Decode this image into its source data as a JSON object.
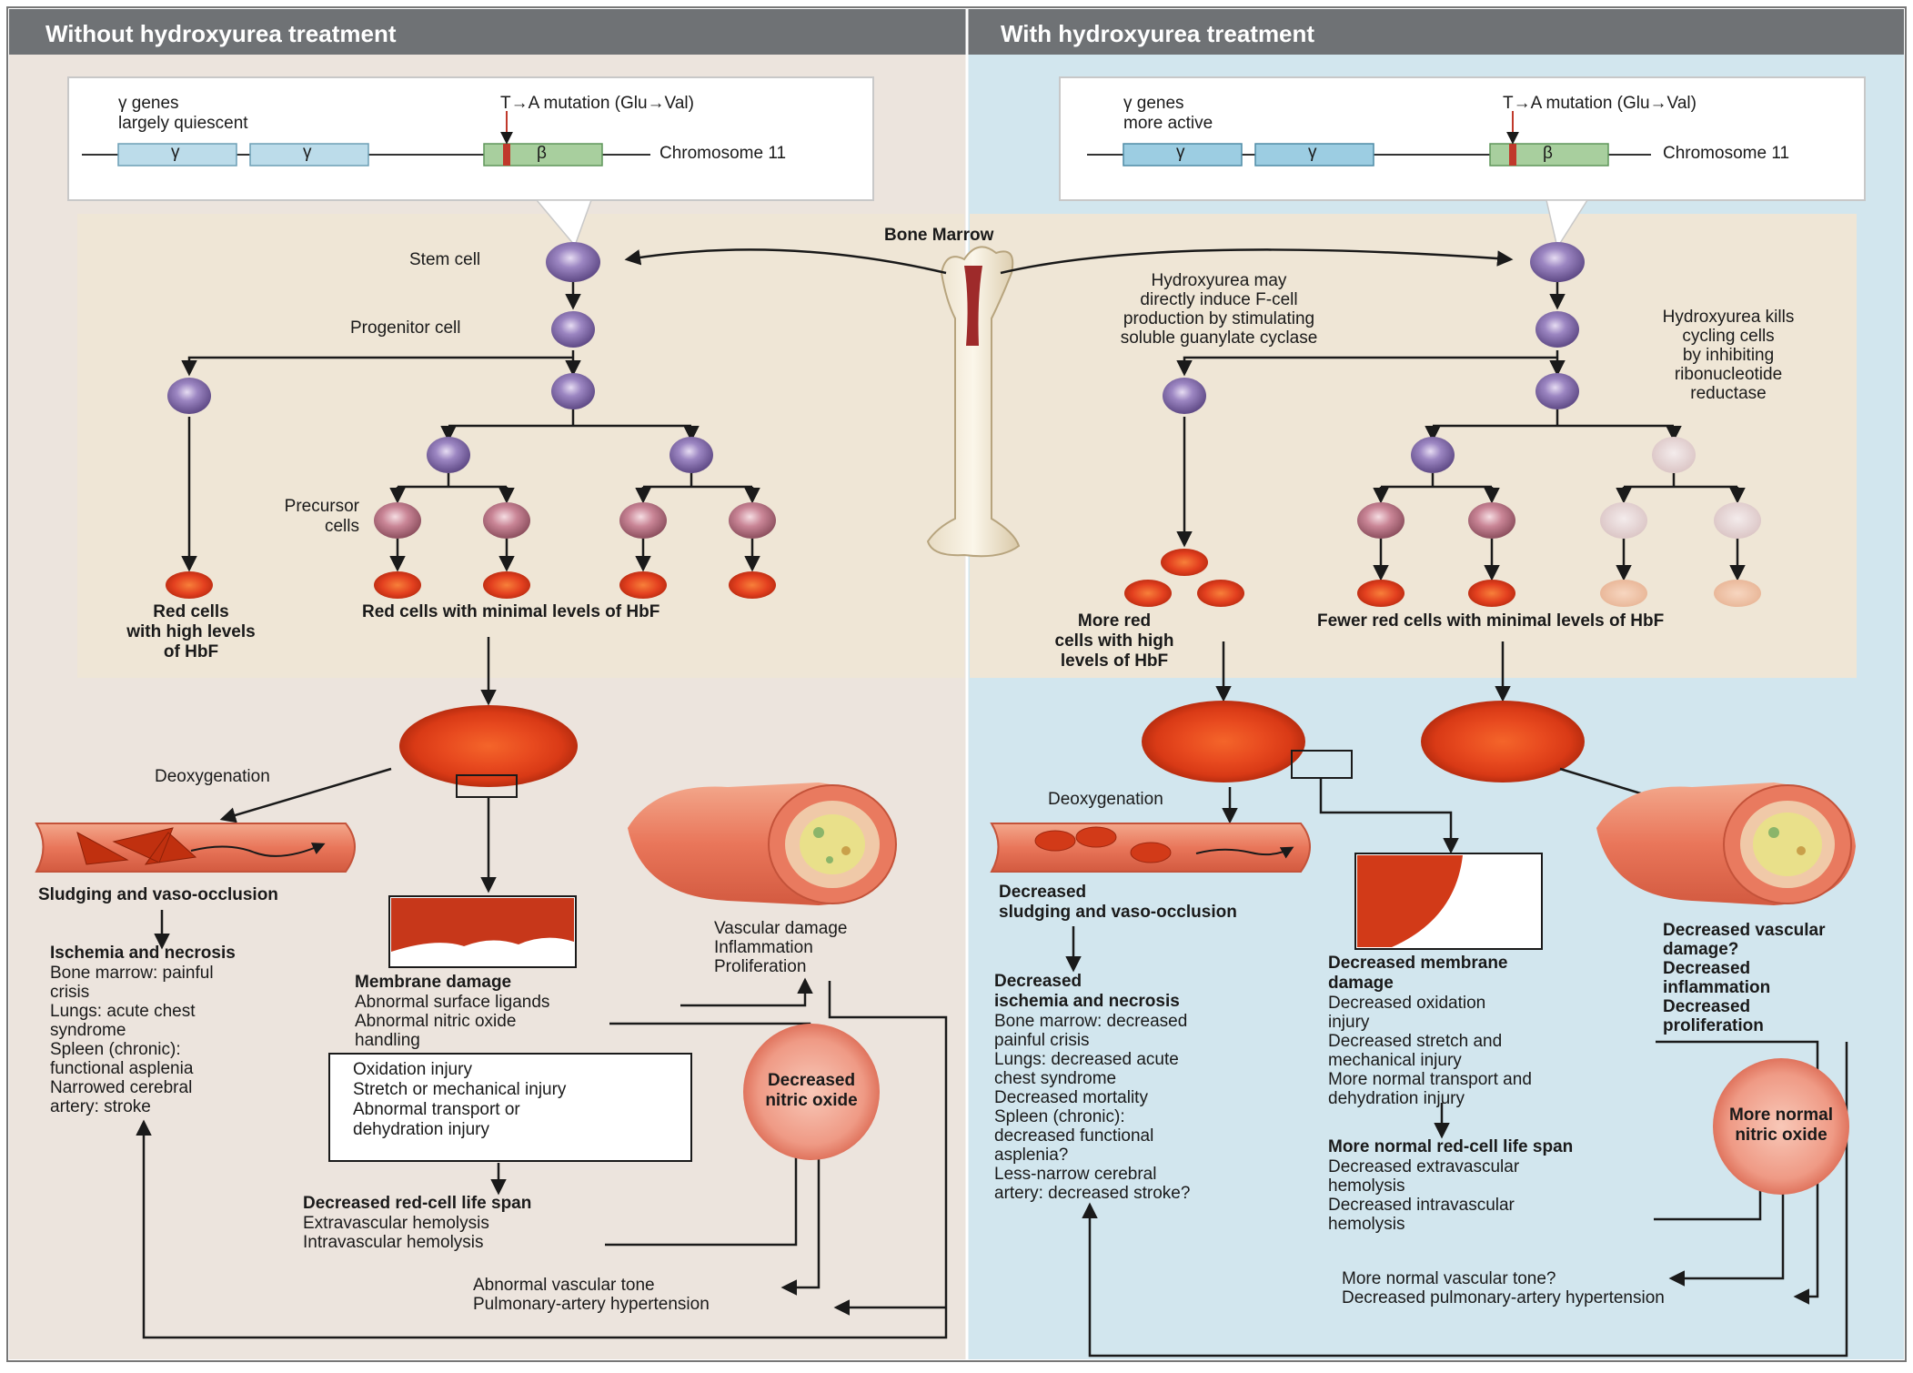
{
  "left": {
    "header": "Without hydroxyurea treatment",
    "gene": {
      "genes_label": "γ genes\nlargely quiescent",
      "mutation_label": "T→A mutation (Glu→Val)",
      "chromosome_label": "Chromosome 11",
      "gamma": "γ",
      "beta": "β"
    },
    "stem_cell": "Stem cell",
    "progenitor_cell": "Progenitor cell",
    "precursor_cells": "Precursor\ncells",
    "red_high": "Red cells\nwith high levels\nof HbF",
    "red_minimal": "Red cells with minimal levels of HbF",
    "deoxygenation": "Deoxygenation",
    "sludging": "Sludging and vaso-occlusion",
    "ischemia": "Ischemia and necrosis",
    "ischemia_items": "Bone marrow: painful\n   crisis\nLungs: acute chest\n   syndrome\nSpleen (chronic):\n   functional asplenia\nNarrowed cerebral\n   artery: stroke",
    "membrane_damage": "Membrane damage",
    "membrane_items": "Abnormal surface ligands\nAbnormal nitric oxide\n   handling",
    "injury_box": "Oxidation injury\nStretch or mechanical injury\nAbnormal transport or\n   dehydration injury",
    "vascular": "Vascular damage\nInflammation\nProliferation",
    "nitric": "Decreased\nnitric oxide",
    "life_span": "Decreased red-cell life span",
    "life_items": "Extravascular hemolysis\nIntravascular hemolysis",
    "tone": "Abnormal vascular tone\nPulmonary-artery hypertension"
  },
  "right": {
    "header": "With hydroxyurea treatment",
    "gene": {
      "genes_label": "γ genes\nmore active",
      "mutation_label": "T→A mutation (Glu→Val)",
      "chromosome_label": "Chromosome 11",
      "gamma": "γ",
      "beta": "β"
    },
    "induce": "Hydroxyurea may\ndirectly induce F-cell\nproduction by stimulating\nsoluble guanylate cyclase",
    "kills": "Hydroxyurea kills\ncycling cells\nby inhibiting\nribonucleotide\nreductase",
    "more_red": "More red\ncells with high\nlevels of HbF",
    "fewer_red": "Fewer red cells with minimal levels of HbF",
    "deoxygenation": "Deoxygenation",
    "sludging": "Decreased\nsludging and vaso-occlusion",
    "ischemia": "Decreased\nischemia and necrosis",
    "ischemia_items": "Bone marrow: decreased\n   painful crisis\nLungs: decreased acute\n   chest syndrome\nDecreased mortality\nSpleen (chronic):\n   decreased functional\n   asplenia?\nLess-narrow cerebral\n   artery: decreased stroke?",
    "membrane": "Decreased membrane\ndamage",
    "membrane_items": "Decreased oxidation\n   injury\nDecreased stretch and\n   mechanical injury\nMore normal transport and\n   dehydration injury",
    "life_span": "More normal red-cell life span",
    "life_items": "Decreased extravascular\n   hemolysis\nDecreased intravascular\n   hemolysis",
    "vascular": "Decreased vascular\ndamage?\nDecreased\n   inflammation\nDecreased\n   proliferation",
    "nitric": "More normal\nnitric oxide",
    "tone": "More normal vascular tone?\nDecreased pulmonary-artery hypertension"
  },
  "bone_marrow": "Bone Marrow",
  "colors": {
    "header": "#6f7275",
    "left_bg": "#ece4dd",
    "right_bg": "#d2e6ee",
    "panel": "#efe6d6",
    "purple": "#8f79b6",
    "pink": "#c98596",
    "red": "#e3401f",
    "arrow": "#1a1a1a"
  }
}
